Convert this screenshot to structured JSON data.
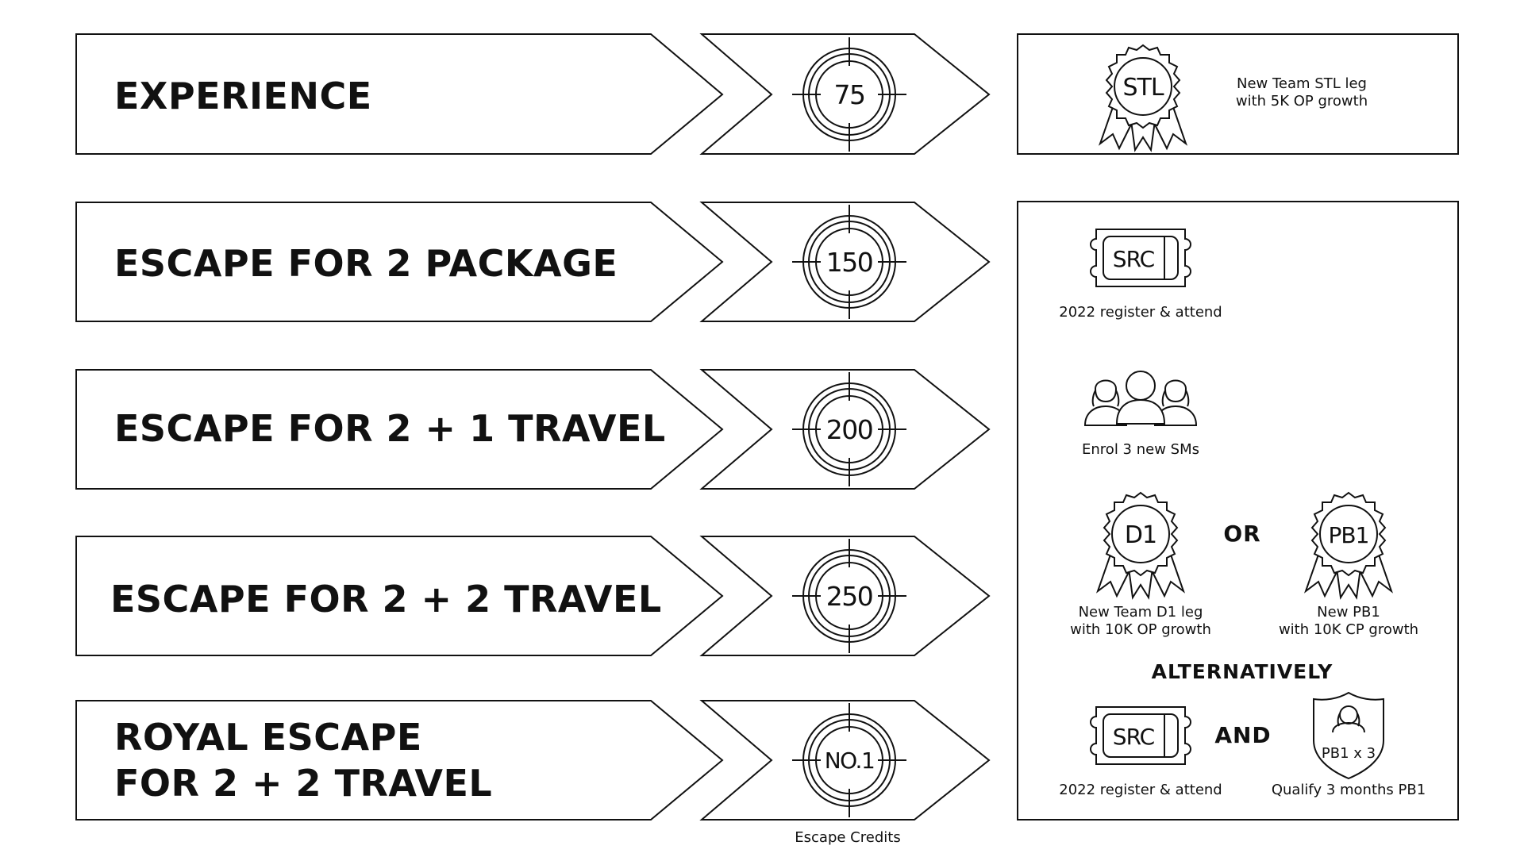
{
  "tiers": [
    {
      "title_lines": [
        "EXPERIENCE"
      ],
      "credits": "75"
    },
    {
      "title_lines": [
        "ESCAPE FOR 2 PACKAGE"
      ],
      "credits": "150"
    },
    {
      "title_lines": [
        "ESCAPE FOR 2 + 1 TRAVEL"
      ],
      "credits": "200"
    },
    {
      "title_lines": [
        "ESCAPE FOR 2 + 2 TRAVEL"
      ],
      "credits": "250"
    },
    {
      "title_lines": [
        "ROYAL ESCAPE",
        "FOR 2 + 2 TRAVEL"
      ],
      "credits": "NO.1"
    }
  ],
  "credits_caption": "Escape Credits",
  "requirement_top": {
    "badge_text": "STL",
    "description_lines": [
      "New Team STL leg",
      "with 5K OP growth"
    ]
  },
  "requirements": {
    "src_ticket": {
      "badge_text": "SRC",
      "caption": "2022 register & attend"
    },
    "enrol": {
      "icon": "people-group-icon",
      "caption": "Enrol 3 new SMs"
    },
    "d1": {
      "badge_text": "D1",
      "caption_lines": [
        "New Team D1 leg",
        "with 10K OP growth"
      ]
    },
    "or_label": "OR",
    "pb1": {
      "badge_text": "PB1",
      "caption_lines": [
        "New PB1",
        "with 10K CP growth"
      ]
    },
    "alternatively_label": "ALTERNATIVELY",
    "src_ticket_2": {
      "badge_text": "SRC",
      "caption": "2022 register & attend"
    },
    "and_label": "AND",
    "shield": {
      "badge_text": "PB1 x 3",
      "caption": "Qualify 3 months PB1"
    }
  }
}
